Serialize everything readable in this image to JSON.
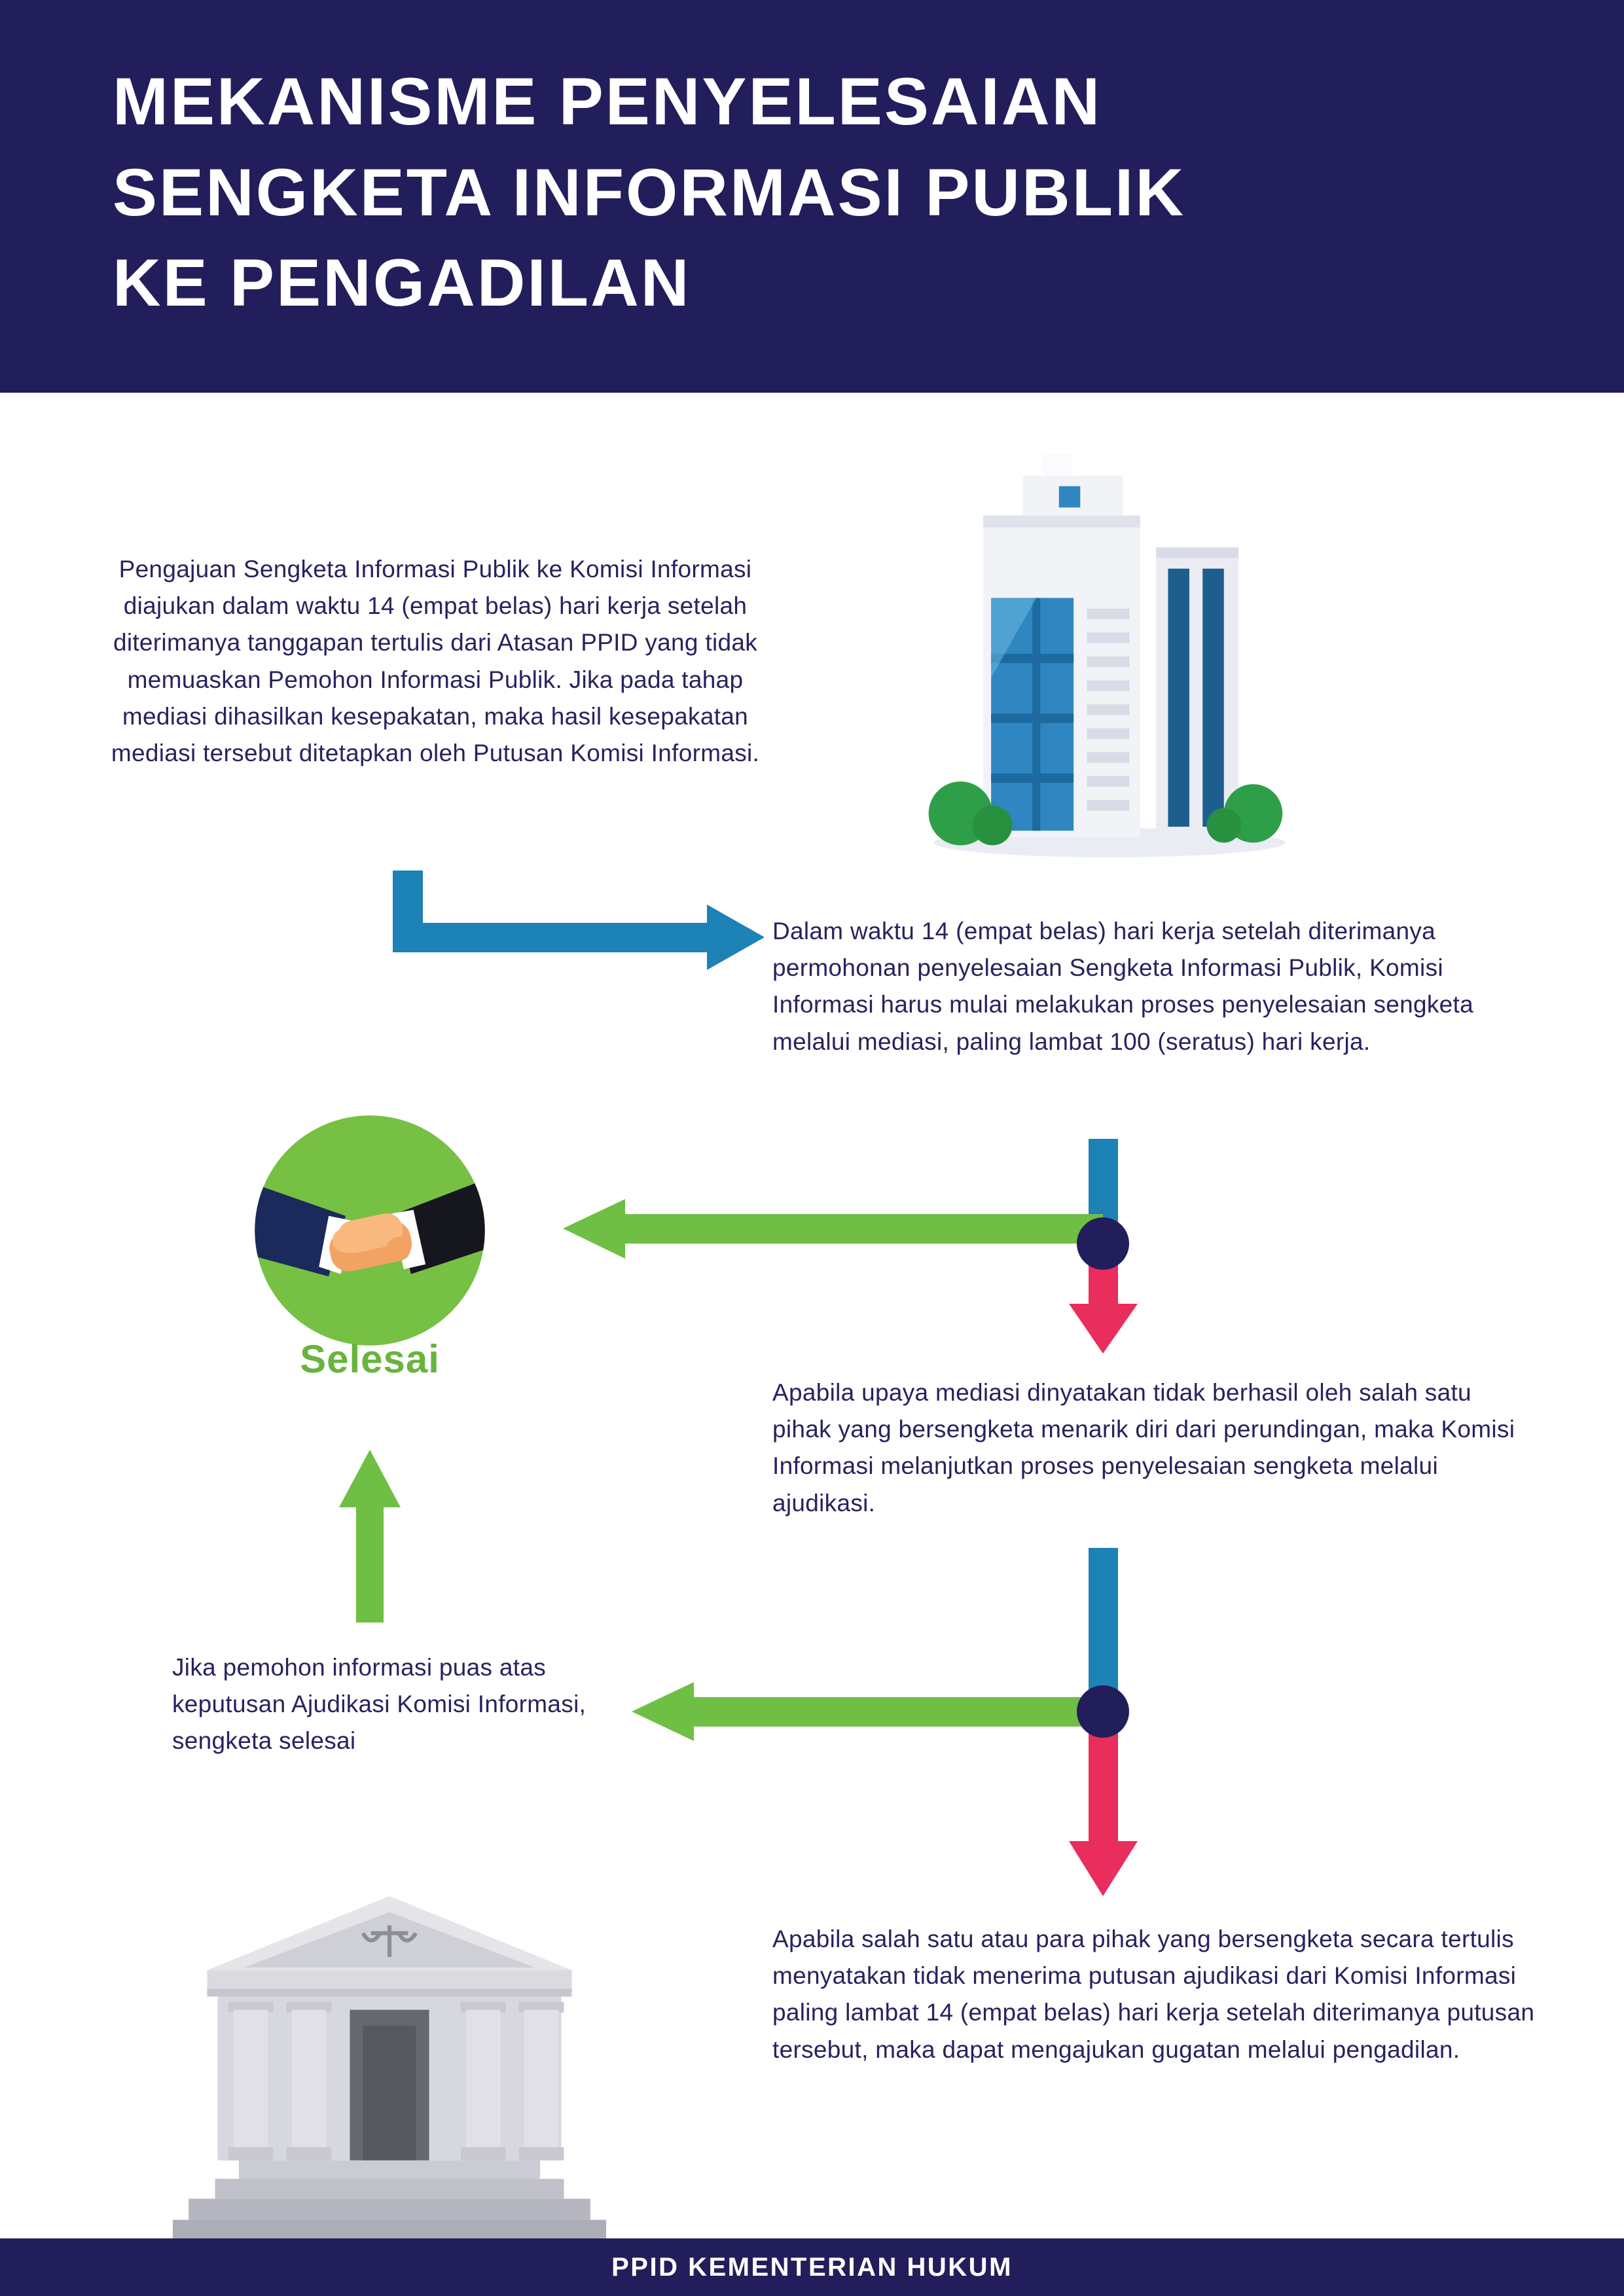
{
  "header": {
    "title": "MEKANISME PENYELESAIAN\nSENGKETA INFORMASI PUBLIK\nKE PENGADILAN"
  },
  "steps": {
    "step1": "Pengajuan Sengketa Informasi Publik ke Komisi Informasi diajukan dalam waktu 14 (empat belas) hari kerja setelah diterimanya tanggapan tertulis dari Atasan PPID yang tidak memuaskan Pemohon Informasi Publik. Jika pada tahap mediasi dihasilkan kesepakatan, maka hasil kesepakatan mediasi tersebut ditetapkan oleh Putusan Komisi Informasi.",
    "step2": "Dalam waktu 14 (empat belas) hari kerja setelah diterimanya permohonan penyelesaian Sengketa Informasi Publik, Komisi Informasi harus mulai melakukan proses penyelesaian sengketa melalui mediasi, paling lambat 100 (seratus) hari kerja.",
    "step3": "Apabila upaya mediasi dinyatakan tidak berhasil oleh salah satu pihak yang bersengketa menarik diri dari perundingan, maka Komisi Informasi melanjutkan proses penyelesaian sengketa melalui ajudikasi.",
    "step4": "Jika pemohon informasi puas atas keputusan Ajudikasi Komisi Informasi, sengketa selesai",
    "step5": "Apabila salah satu atau para pihak yang bersengketa secara tertulis menyatakan tidak menerima putusan ajudikasi dari Komisi Informasi paling lambat 14 (empat belas) hari kerja setelah diterimanya putusan tersebut, maka dapat mengajukan gugatan melalui pengadilan."
  },
  "labels": {
    "selesai": "Selesai"
  },
  "footer": {
    "text": "PPID KEMENTERIAN HUKUM"
  },
  "icons": {
    "building": "office-building-icon",
    "handshake": "handshake-icon",
    "courthouse": "courthouse-icon"
  },
  "colors": {
    "navy": "#221e5c",
    "blue_arrow": "#1d82b6",
    "green_arrow": "#6fbf44",
    "pink_arrow": "#e92d5c",
    "green_circle": "#76c043",
    "selesai_text": "#68b43e",
    "body_text": "#26235f"
  }
}
